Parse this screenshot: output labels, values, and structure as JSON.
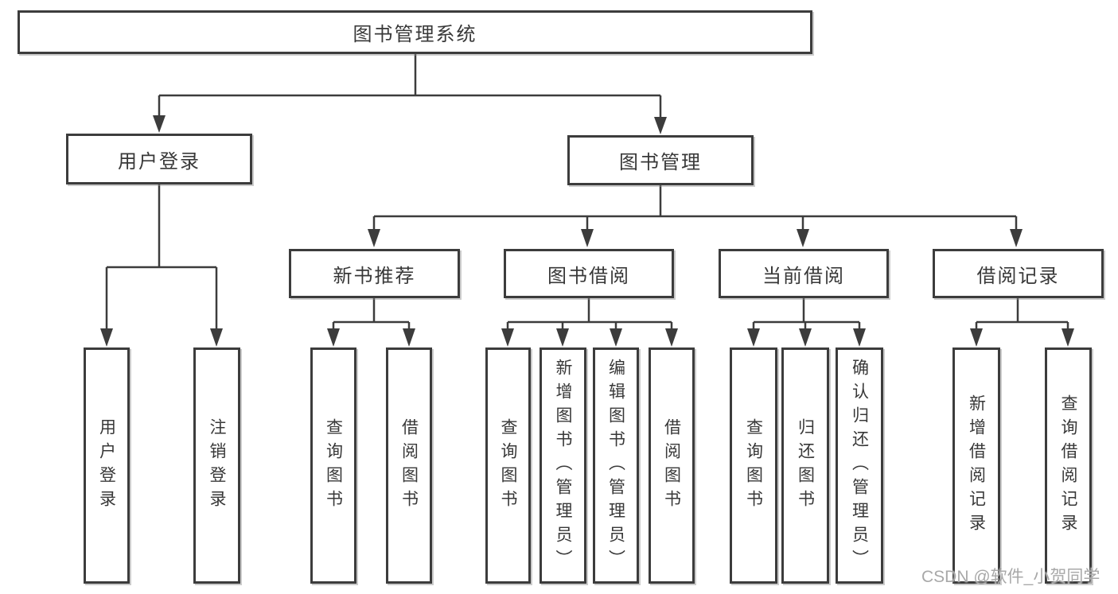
{
  "diagram": {
    "type": "tree",
    "colors": {
      "line": "#3c3c3c",
      "box_border": "#3c3c3c",
      "box_background": "#ffffff",
      "text": "#383838",
      "watermark_text": "#a8a8a8"
    },
    "root": {
      "label": "图书管理系统",
      "children": [
        {
          "label": "用户登录",
          "children": [
            {
              "label": "用户登录"
            },
            {
              "label": "注销登录"
            }
          ]
        },
        {
          "label": "图书管理",
          "children": [
            {
              "label": "新书推荐",
              "children": [
                {
                  "label": "查询图书"
                },
                {
                  "label": "借阅图书"
                }
              ]
            },
            {
              "label": "图书借阅",
              "children": [
                {
                  "label": "查询图书"
                },
                {
                  "label": "新增图书（管理员）"
                },
                {
                  "label": "编辑图书（管理员）"
                },
                {
                  "label": "借阅图书"
                }
              ]
            },
            {
              "label": "当前借阅",
              "children": [
                {
                  "label": "查询图书"
                },
                {
                  "label": "归还图书"
                },
                {
                  "label": "确认归还（管理员）"
                }
              ]
            },
            {
              "label": "借阅记录",
              "children": [
                {
                  "label": "新增借阅记录"
                },
                {
                  "label": "查询借阅记录"
                }
              ]
            }
          ]
        }
      ]
    }
  },
  "watermark": {
    "text": "CSDN @软件_小贺同学"
  }
}
